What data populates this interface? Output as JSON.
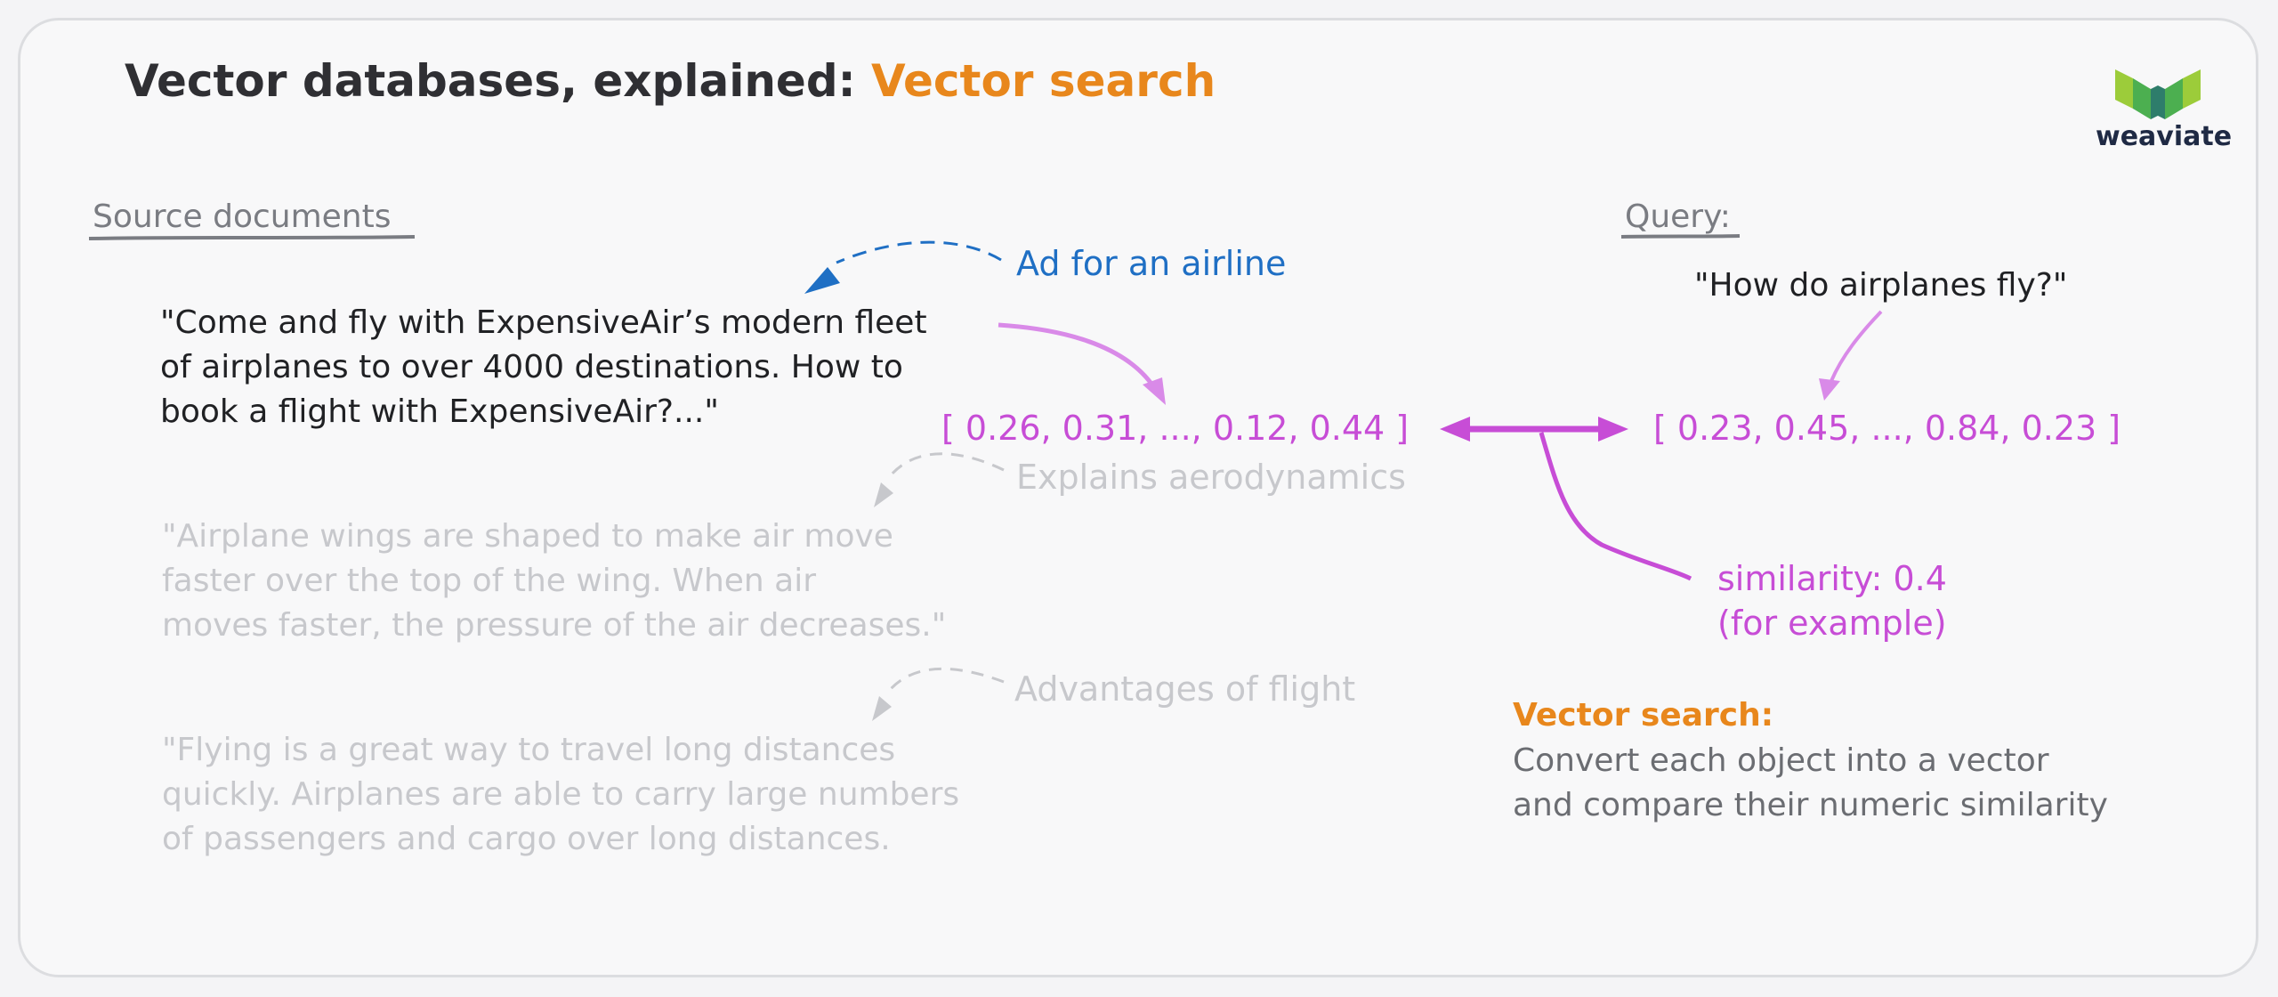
{
  "title": {
    "prefix": "Vector databases, explained: ",
    "accent": "Vector search"
  },
  "logo": {
    "text": "weaviate"
  },
  "source_heading": "Source documents",
  "query_heading": "Query:",
  "doc1": {
    "annotation": "Ad for an airline",
    "lines": [
      "\"Come and fly with ExpensiveAir’s modern fleet",
      "of airplanes to over 4000 destinations. How to",
      "book a flight with ExpensiveAir?...\""
    ],
    "vector": "[ 0.26, 0.31, ..., 0.12, 0.44 ]"
  },
  "doc2": {
    "annotation": "Explains aerodynamics",
    "lines": [
      "\"Airplane wings are shaped to make air move",
      "faster over the top of the wing. When air",
      "moves faster,  the pressure of the air decreases.\""
    ]
  },
  "doc3": {
    "annotation": "Advantages of flight",
    "lines": [
      "\"Flying is a great way to travel long distances",
      "quickly. Airplanes are able to carry large numbers",
      "of passengers and cargo over long distances."
    ]
  },
  "query": {
    "text": "\"How do airplanes fly?\"",
    "vector": "[ 0.23, 0.45, ..., 0.84, 0.23 ]"
  },
  "similarity": {
    "line1": "similarity: 0.4",
    "line2": "(for example)"
  },
  "explanation": {
    "heading": "Vector search:",
    "lines": [
      "Convert each object into a vector",
      "and compare their numeric similarity"
    ]
  },
  "colors": {
    "accent_orange": "#e8871c",
    "annotation_blue": "#1f6fc4",
    "vector_magenta": "#c74dd6",
    "faded_grey": "#c7c8cc"
  }
}
